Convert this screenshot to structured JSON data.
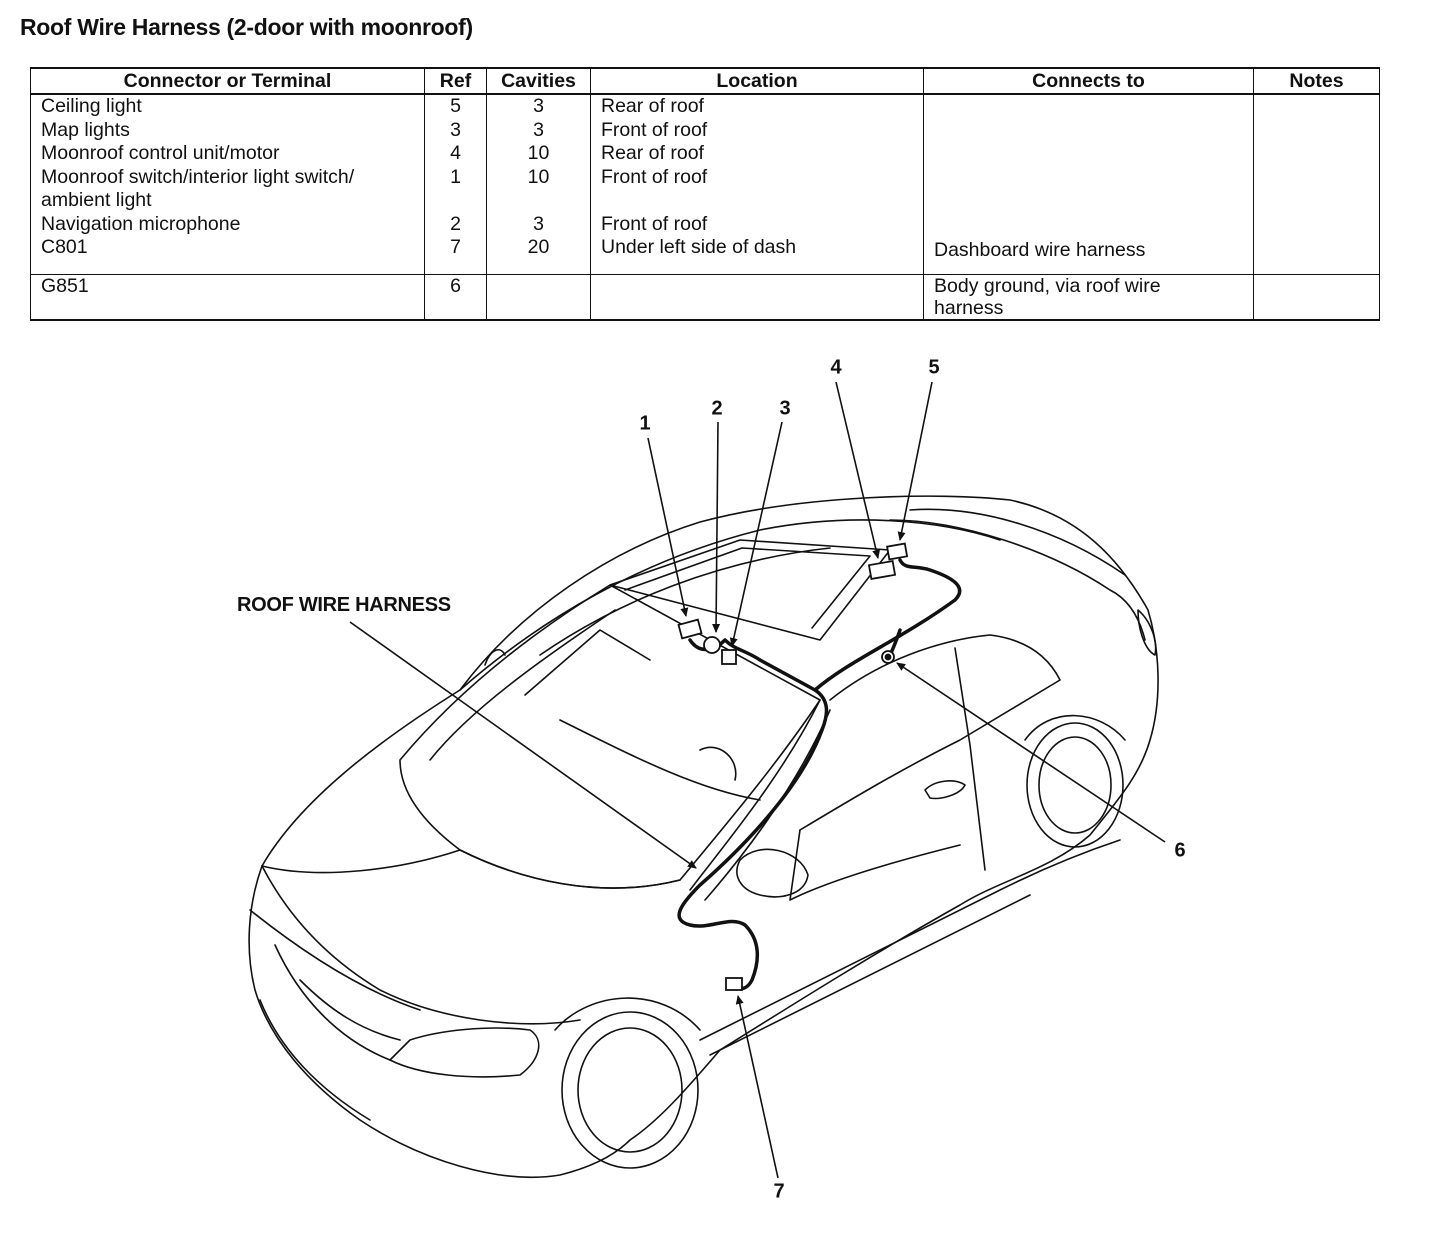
{
  "title": "Roof Wire Harness (2-door with moonroof)",
  "table": {
    "headers": {
      "connector": "Connector or Terminal",
      "ref": "Ref",
      "cavities": "Cavities",
      "location": "Location",
      "connects_to": "Connects to",
      "notes": "Notes"
    },
    "rows": [
      {
        "connector": "Ceiling light",
        "ref": "5",
        "cavities": "3",
        "location": "Rear of roof",
        "connects_to": "",
        "notes": ""
      },
      {
        "connector": "Map lights",
        "ref": "3",
        "cavities": "3",
        "location": "Front of roof",
        "connects_to": "",
        "notes": ""
      },
      {
        "connector": "Moonroof control unit/motor",
        "ref": "4",
        "cavities": "10",
        "location": "Rear of roof",
        "connects_to": "",
        "notes": ""
      },
      {
        "connector": "Moonroof switch/interior light switch/",
        "connector_cont": "ambient light",
        "ref": "1",
        "cavities": "10",
        "location": "Front of roof",
        "connects_to": "",
        "notes": ""
      },
      {
        "connector": "Navigation microphone",
        "ref": "2",
        "cavities": "3",
        "location": "Front of roof",
        "connects_to": "",
        "notes": ""
      },
      {
        "connector": "C801",
        "ref": "7",
        "cavities": "20",
        "location": "Under left side of dash",
        "connects_to": "Dashboard wire harness",
        "notes": ""
      }
    ],
    "ground_row": {
      "connector": "G851",
      "ref": "6",
      "cavities": "",
      "location": "",
      "connects_to_line1": "Body ground, via roof wire",
      "connects_to_line2": "harness",
      "notes": ""
    }
  },
  "diagram": {
    "harness_label": "ROOF WIRE HARNESS",
    "callouts": [
      "1",
      "2",
      "3",
      "4",
      "5",
      "6",
      "7"
    ]
  }
}
